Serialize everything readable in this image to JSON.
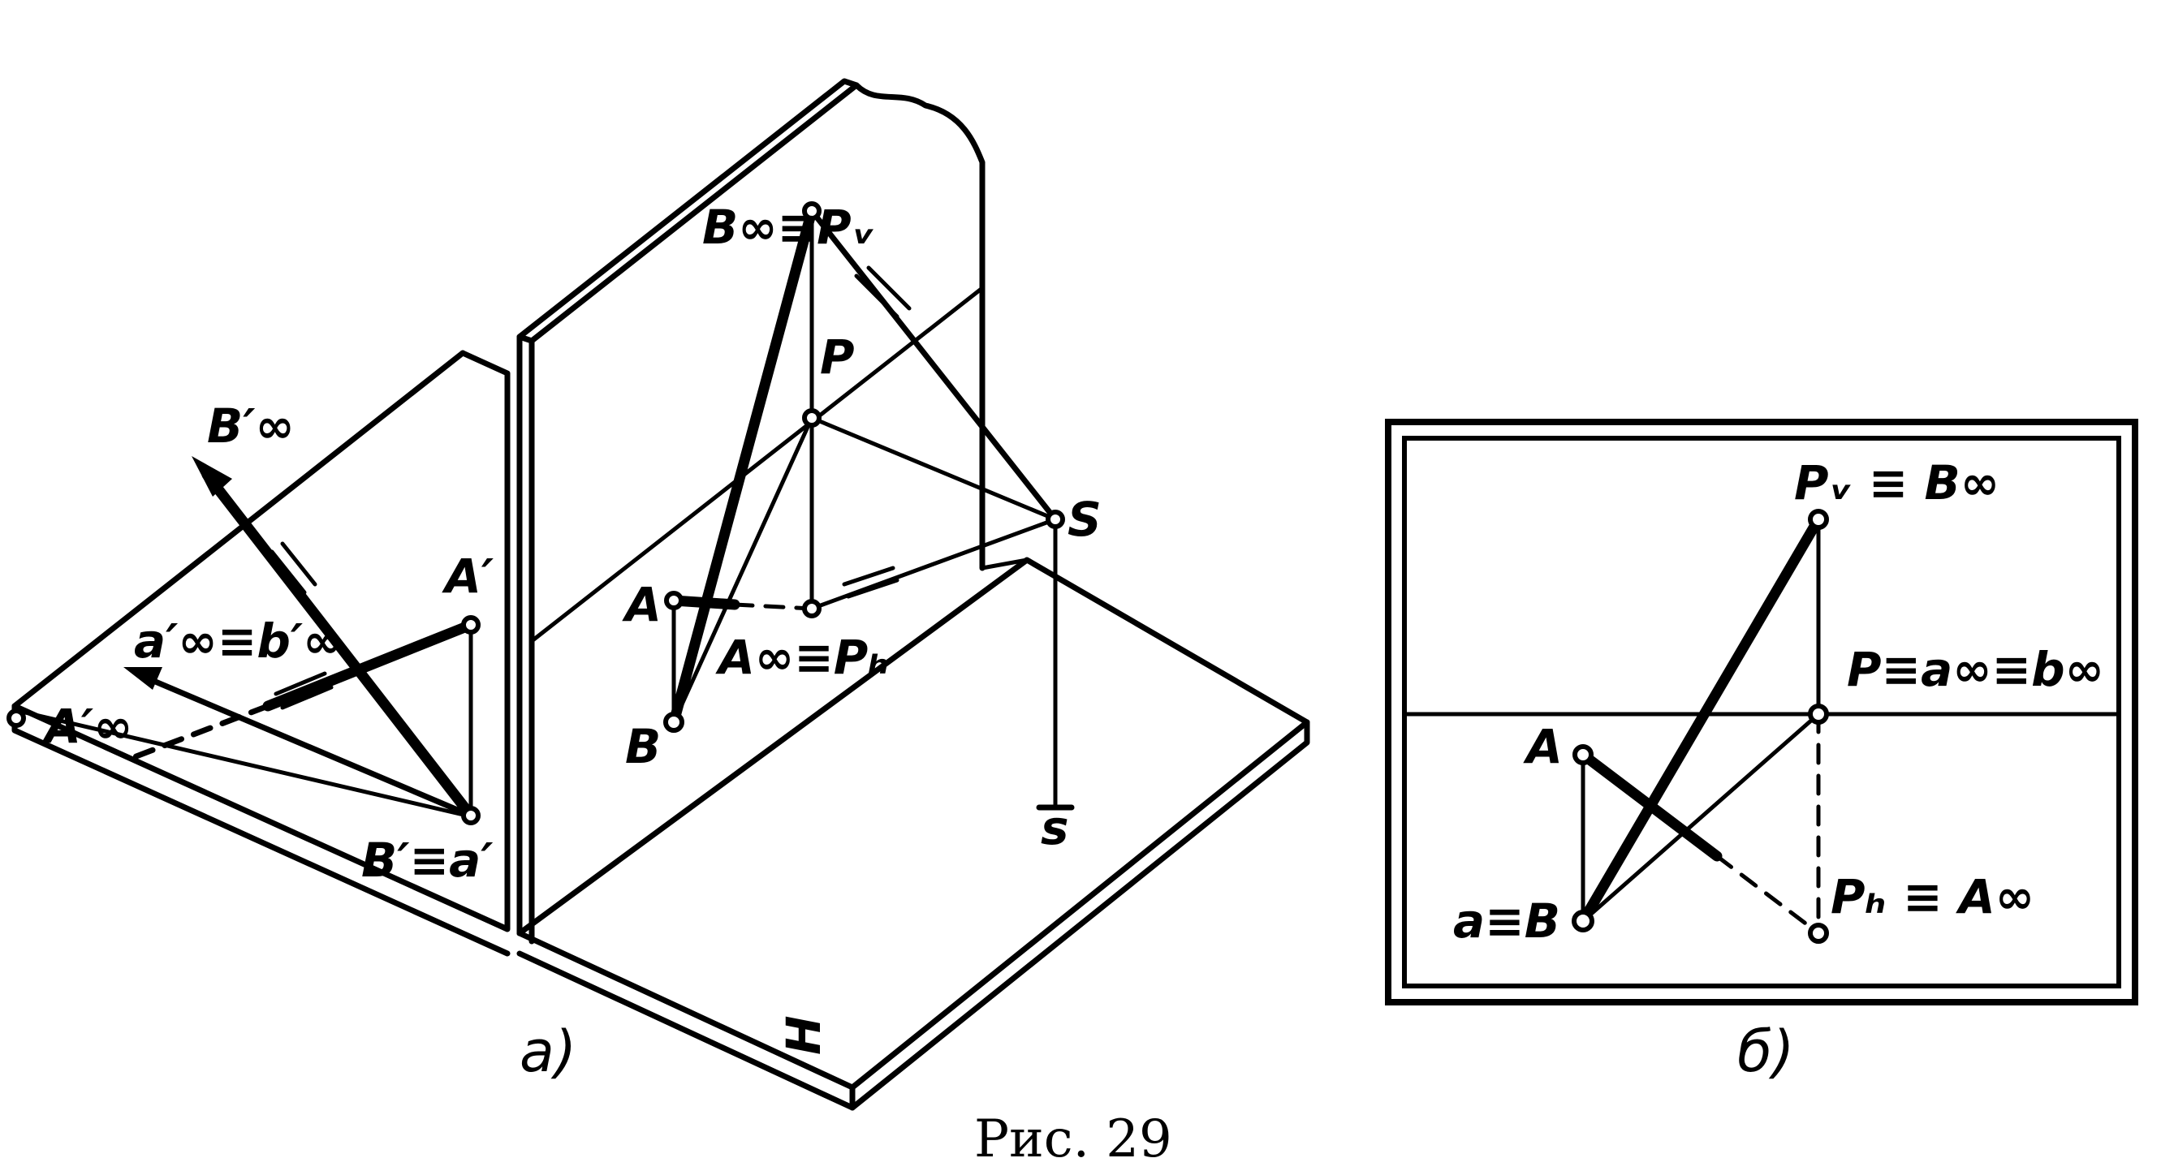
{
  "figure": {
    "caption": "Рис. 29",
    "part_a_label": "а)",
    "part_b_label": "б)"
  },
  "diagram_a": {
    "labels": {
      "b_inf_eq_pv": "B∞≡Pᵥ",
      "p": "P",
      "s": "S",
      "a": "A",
      "a_inf_eq_ph": "A∞≡Pₕ",
      "b": "B",
      "s_small": "s",
      "b_inf_prime": "B′∞",
      "a_prime": "A′",
      "ab_inf_prime": "a′∞≡b′∞",
      "a_inf_prime": "A′∞",
      "bprime_eq_aprime": "B′≡a′",
      "plane_h": "H"
    }
  },
  "diagram_b": {
    "labels": {
      "pv_eq_binf": "Pᵥ ≡ B∞",
      "p_eq_ab": "P≡a∞≡b∞",
      "a": "A",
      "a_eq_b": "a≡B",
      "ph_eq_ainf": "Pₕ ≡ A∞"
    }
  }
}
